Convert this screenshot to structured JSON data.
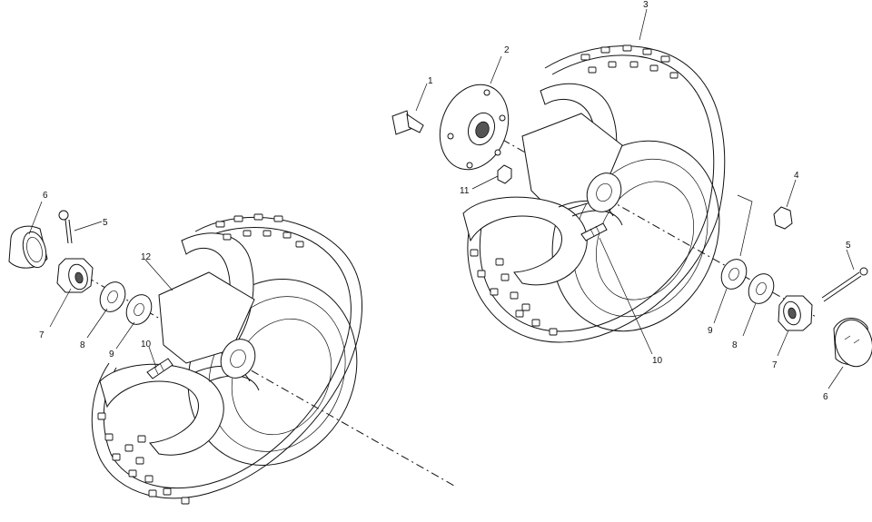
{
  "callouts": {
    "left": {
      "c6": "6",
      "c5": "5",
      "c12": "12",
      "c7": "7",
      "c8": "8",
      "c9": "9",
      "c10": "10"
    },
    "right": {
      "c3": "3",
      "c2": "2",
      "c1": "1",
      "c11": "11",
      "c4": "4",
      "c5": "5",
      "c9": "9",
      "c8": "8",
      "c7": "7",
      "c6": "6",
      "c10": "10"
    }
  }
}
